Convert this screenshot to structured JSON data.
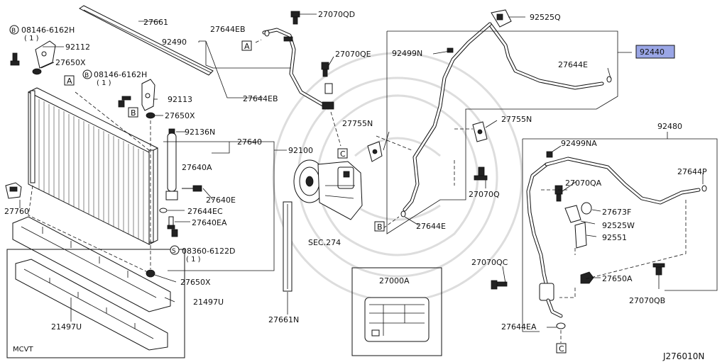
{
  "labels": {
    "p27661": "27661",
    "p92490": "92490",
    "p27644eb_top": "27644EB",
    "p27070qd": "27070QD",
    "p92525q": "92525Q",
    "p92440": "92440",
    "p08146_a": "08146-6162H",
    "p08146_a_qty": "( 1 )",
    "p92112": "92112",
    "p27650x_1": "27650X",
    "p08146_b": "08146-6162H",
    "p08146_b_qty": "( 1 )",
    "p92113": "92113",
    "p27650x_2": "27650X",
    "p27644eb_mid": "27644EB",
    "p27070qe": "27070QE",
    "p92499n": "92499N",
    "p27644e_top": "27644E",
    "p92136n": "92136N",
    "p27640": "27640",
    "p92100": "92100",
    "p27755n_l": "27755N",
    "p27755n_r": "27755N",
    "p92480": "92480",
    "p92499na": "92499NA",
    "p27640a": "27640A",
    "p27644p": "27644P",
    "p27070qa": "27070QA",
    "p27640e": "27640E",
    "p27070q": "27070Q",
    "p27644ec": "27644EC",
    "p27673f": "27673F",
    "p27640ea": "27640EA",
    "p27644e_bot": "27644E",
    "p92525w": "92525W",
    "p92551": "92551",
    "p08360": "08360-6122D",
    "p08360_qty": "( 1 )",
    "p27760": "27760",
    "sec274": "SEC.274",
    "p27650x_3": "27650X",
    "p27070qc": "27070QC",
    "p27650a": "27650A",
    "p27000a": "27000A",
    "p21497u_r": "21497U",
    "p27070qb": "27070QB",
    "p21497u_l": "21497U",
    "p27661n": "27661N",
    "p27644ea": "27644EA",
    "mcvt": "MCVT",
    "diagram_id": "J276010N"
  },
  "refs": {
    "a_top": "A",
    "a_left": "A",
    "b_left": "B",
    "b_mid": "B",
    "c_comp": "C",
    "c_bot": "C"
  },
  "circle_marks": {
    "b1": "B",
    "b2": "B",
    "s1": "S"
  },
  "colors": {
    "line": "#111111",
    "highlight_fill": "#9aa6e6",
    "background": "#ffffff"
  }
}
